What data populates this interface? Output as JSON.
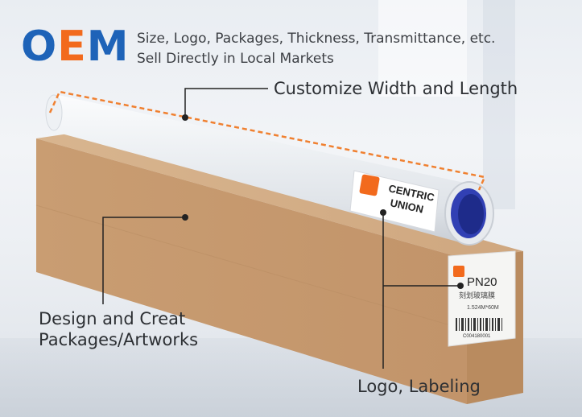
{
  "header": {
    "logo_text": {
      "o": "O",
      "e": "E",
      "m": "M"
    },
    "tagline_line1": "Size, Logo, Packages, Thickness, Transmittance, etc.",
    "tagline_line2": "Sell Directly in Local Markets"
  },
  "callouts": {
    "width_length": "Customize Width and Length",
    "design_line1": "Design and Creat",
    "design_line2": "Packages/Artworks",
    "logo_labeling": "Logo, Labeling"
  },
  "roll_label": {
    "brand_line1": "CENTRIC",
    "brand_line2": "UNION"
  },
  "box_label": {
    "code": "PN20",
    "subtitle": "刻划玻璃膜",
    "size_text": "1.524M*60M",
    "barcode_text": "C004180001"
  },
  "colors": {
    "logo_blue": "#1e63b8",
    "logo_orange": "#f26a1d",
    "dash_orange": "#f08030",
    "box_kraft": "#c79a6e",
    "core_blue": "#2f3fb0"
  }
}
